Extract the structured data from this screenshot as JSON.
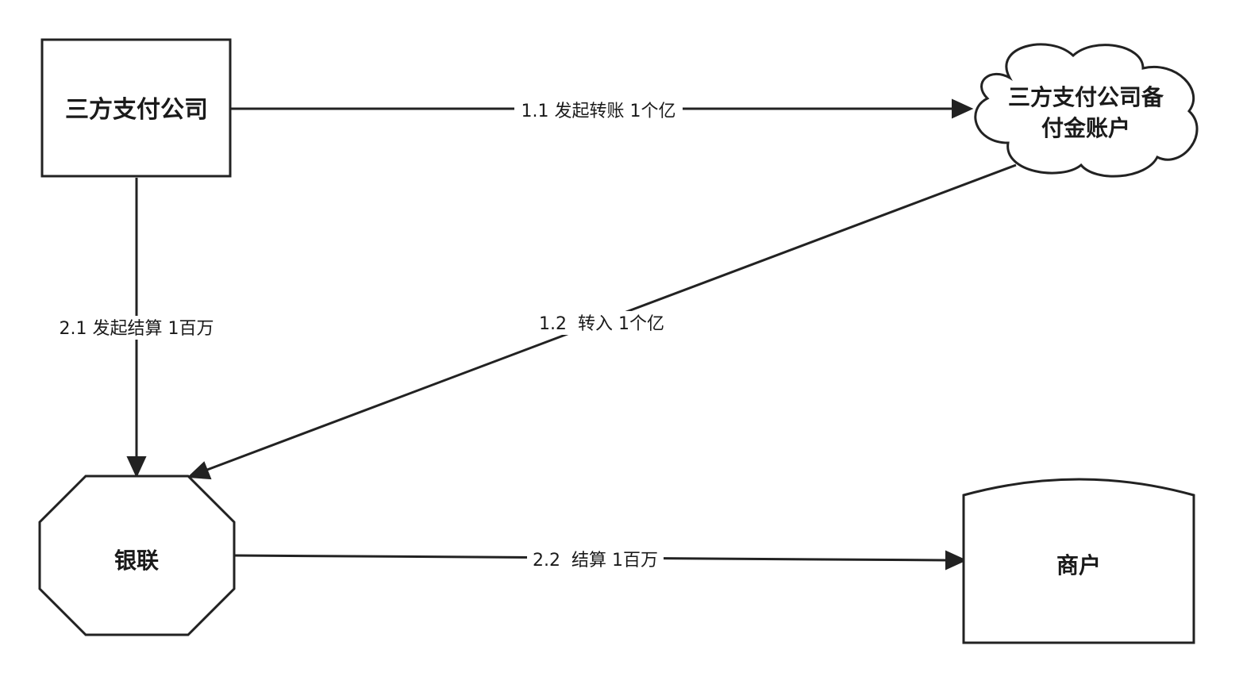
{
  "nodes": {
    "payment_company": {
      "label": "三方支付公司"
    },
    "reserve_account": {
      "line1": "三方支付公司备",
      "line2": "付金账户"
    },
    "unionpay": {
      "label": "银联"
    },
    "merchant": {
      "label": "商户"
    }
  },
  "edges": {
    "transfer_initiate": {
      "label": "1.1 发起转账 1个亿"
    },
    "transfer_in": {
      "label": "1.2  转入 1个亿"
    },
    "settlement_initiate": {
      "label": "2.1 发起结算 1百万"
    },
    "settlement": {
      "label": "2.2  结算 1百万"
    }
  },
  "colors": {
    "stroke": "#222222",
    "fill": "#ffffff",
    "text": "#1a1a1a"
  }
}
